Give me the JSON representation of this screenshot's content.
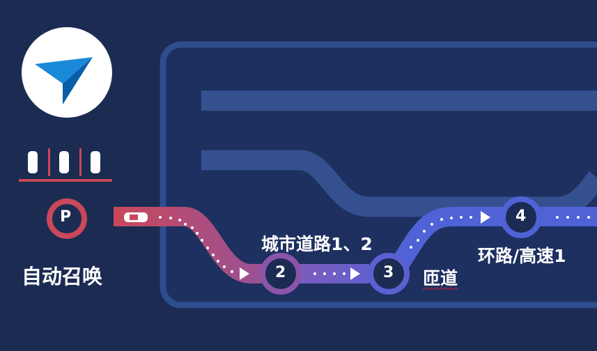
{
  "labels": {
    "auto_summon": "自动召唤",
    "city_road": "城市道路1、2",
    "ramp": "匝道",
    "ring_highway": "环路/高速1"
  },
  "nodes": {
    "parking": "P",
    "n2": "2",
    "n3": "3",
    "n4": "4"
  },
  "icons": [
    "navigation-arrow-icon",
    "parked-cars-icon",
    "parking-icon",
    "car-icon"
  ],
  "colors": {
    "background": "#1b2b52",
    "frame": "#2e4d8e",
    "road": "#34508f",
    "red": "#c9485a",
    "purple": "#7a5cc0",
    "blue": "#4f63d6"
  }
}
